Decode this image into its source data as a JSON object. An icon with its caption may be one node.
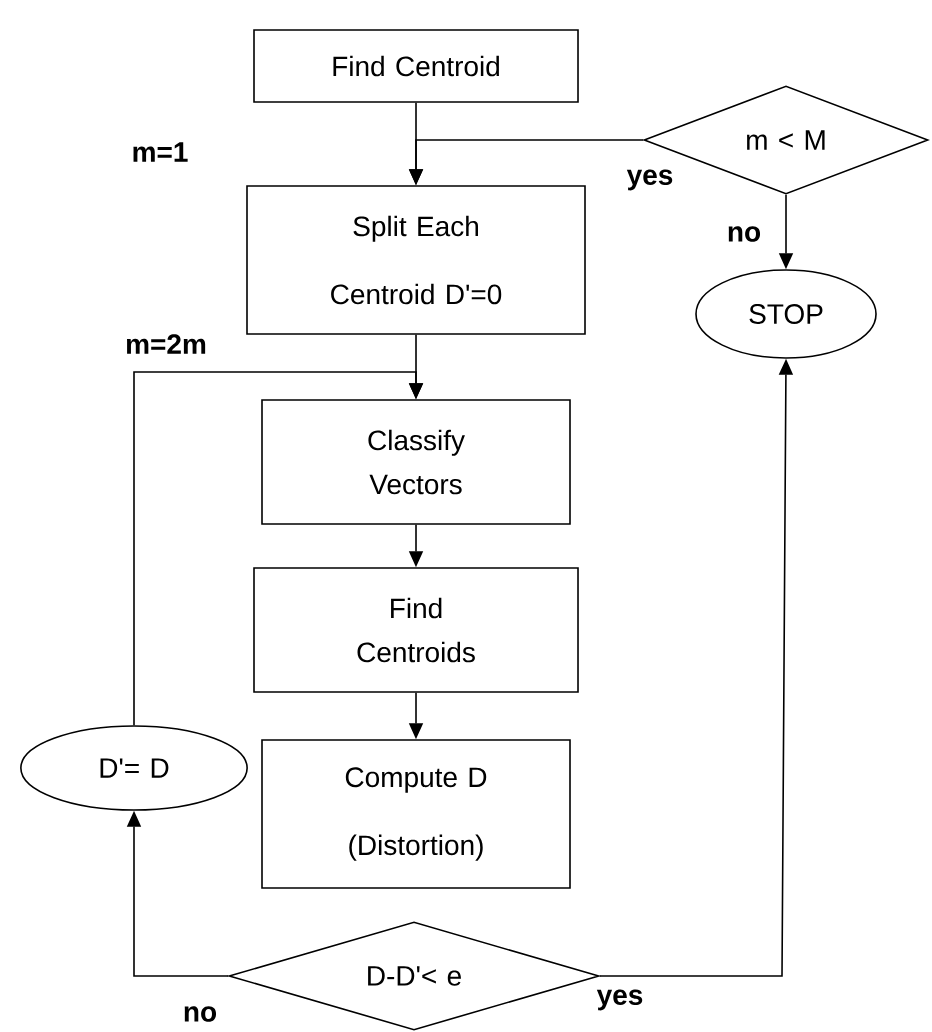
{
  "diagram": {
    "nodes": [
      {
        "text": [
          "Find Centroid"
        ]
      },
      {
        "text": [
          "m < M"
        ]
      },
      {
        "text": [
          "Split Each Centroid D'=0"
        ]
      },
      {
        "text": [
          "STOP"
        ]
      },
      {
        "text": [
          "Classify Vectors"
        ]
      },
      {
        "text": [
          "Find Centroids"
        ]
      },
      {
        "text": [
          "D'= D"
        ]
      },
      {
        "text": [
          "Compute D (Distortion)"
        ]
      },
      {
        "text": [
          "D-D'< e"
        ]
      }
    ],
    "edges": [
      {
        "from": 0,
        "to": 2,
        "arrow": "to"
      },
      {
        "from": 1,
        "to": 2,
        "arrow": "to",
        "label": "yes"
      },
      {
        "from": 1,
        "to": 3,
        "arrow": "to",
        "label": "no"
      },
      {
        "from": 2,
        "to": 4,
        "arrow": "to"
      },
      {
        "from": 6,
        "to": 4,
        "arrow": "to"
      },
      {
        "from": 4,
        "to": 5,
        "arrow": "to"
      },
      {
        "from": 5,
        "to": 7,
        "arrow": "to"
      },
      {
        "from": 8,
        "to": 6,
        "arrow": "to",
        "label": "no"
      },
      {
        "from": 8,
        "to": 3,
        "arrow": "to",
        "label": "yes"
      }
    ],
    "labels": [
      "m=1",
      "m=2m"
    ]
  }
}
